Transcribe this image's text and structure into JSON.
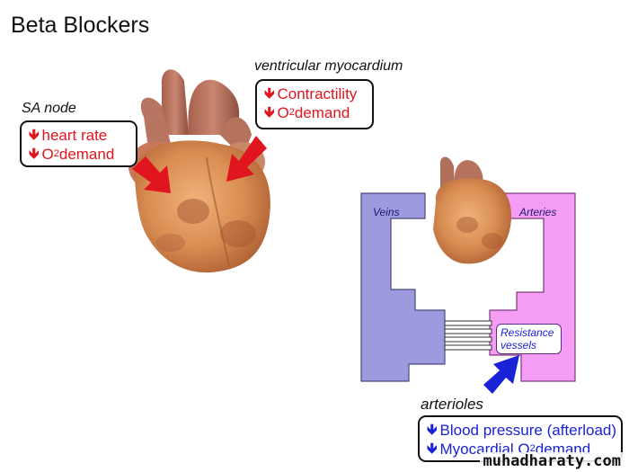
{
  "title": "Beta Blockers",
  "sa_node": {
    "label": "SA node",
    "line1": "heart rate",
    "line2_prefix": "O",
    "line2_sub": "2",
    "line2_suffix": " demand"
  },
  "ventricular": {
    "label": "ventricular myocardium",
    "line1": "Contractility",
    "line2_prefix": "O",
    "line2_sub": "2",
    "line2_suffix": " demand"
  },
  "circulation": {
    "veins_label": "Veins",
    "arteries_label": "Arteries",
    "resistance_line1": "Resistance",
    "resistance_line2": "vessels"
  },
  "arterioles": {
    "label": "arterioles",
    "line1": "Blood pressure (afterload)",
    "line2_prefix": "Myocardial O",
    "line2_sub": "2",
    "line2_suffix": " demand"
  },
  "down_arrow_glyph": "🡻",
  "watermark": "muhadharaty.com",
  "colors": {
    "red_text": "#e0151d",
    "blue_text": "#1a22d6",
    "veins": "#9d9ae0",
    "arteries": "#f59cf5",
    "heart": "#d88a4a"
  }
}
